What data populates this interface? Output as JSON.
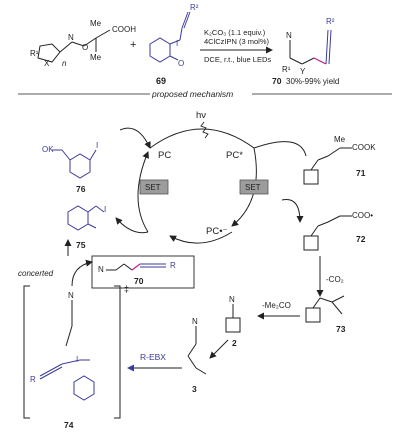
{
  "reaction": {
    "reagent_line1": "4ClCzIPN (3 mol%)",
    "reagent_line2": "K₂CO₃ (1.1 equiv.)",
    "reagent_line3": "DCE, r.t., blue LEDs",
    "reactant1_label": "69",
    "product_label": "70",
    "yield_text": "30%-99% yield",
    "r1_text": "R¹",
    "r2_text": "R²",
    "n_text": "n",
    "plus": "+",
    "cooh": "COOH",
    "me": "Me",
    "n_atom": "N",
    "o_atom": "O",
    "i_atom": "I",
    "x_atom": "X",
    "y_atom": "Y"
  },
  "mechanism": {
    "title": "proposed mechanism",
    "hv": "hν",
    "pc": "PC",
    "pc_star": "PC*",
    "pc_minus": "PC•⁻",
    "set_label": "SET",
    "co2_loss": "-CO₂",
    "me2co_loss": "-Me₂CO",
    "r_ebx": "R-EBX",
    "concerted": "concerted",
    "dagger": "‡",
    "ok_text": "OK",
    "i_text": "I",
    "cook": "COOK",
    "coo_rad": "COO•",
    "r_text": "R",
    "nitrile_n": "N"
  },
  "labels": {
    "c71": "71",
    "c72": "72",
    "c73": "73",
    "c2": "2",
    "c3": "3",
    "c74": "74",
    "c75": "75",
    "c76": "76",
    "c70": "70"
  }
}
